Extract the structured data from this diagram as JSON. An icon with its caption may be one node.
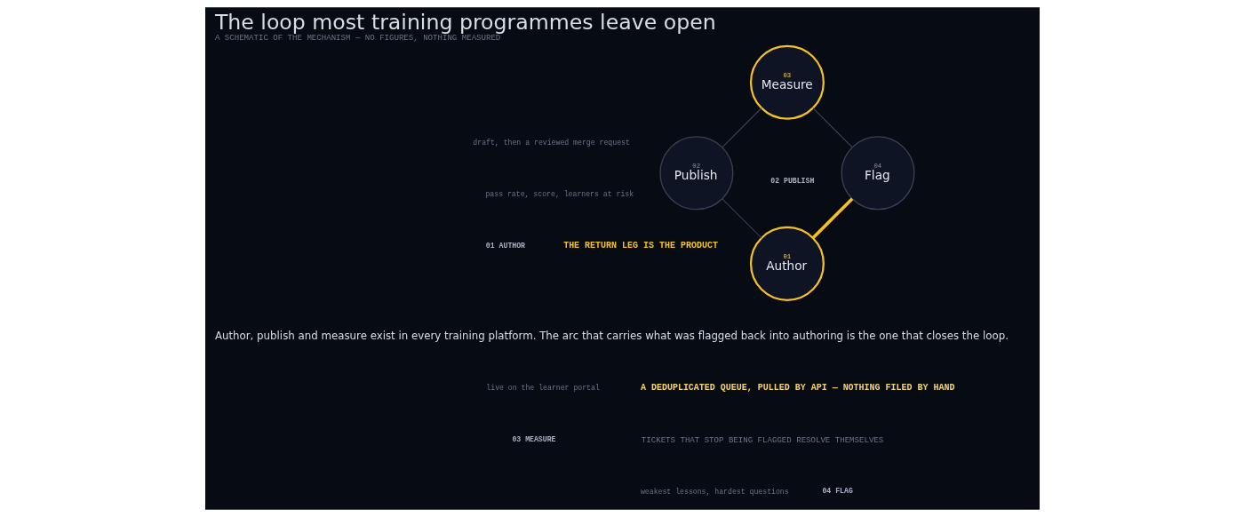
{
  "diagram": {
    "title": "The loop most training programmes leave open",
    "caption": "A SCHEMATIC OF THE MECHANISM — NO FIGURES, NOTHING MEASURED",
    "nodes": [
      {
        "text": [
          "01",
          "Author"
        ]
      },
      {
        "text": [
          "02",
          "Publish"
        ]
      },
      {
        "text": [
          "03",
          "Measure"
        ]
      },
      {
        "text": [
          "04",
          "Flag"
        ]
      }
    ],
    "edges": [
      {
        "from": 0,
        "to": 1,
        "arrow": "none"
      },
      {
        "from": 1,
        "to": 2,
        "arrow": "none"
      },
      {
        "from": 2,
        "to": 3,
        "arrow": "none"
      },
      {
        "from": 3,
        "to": 0,
        "arrow": "none",
        "style": "thick",
        "color": "#f5c023"
      }
    ],
    "labels": [
      "THE RETURN LEG IS THE PRODUCT",
      "Author, publish and measure exist in every training platform. The arc that carries what was flagged back into authoring is the one that closes the loop.",
      "A DEDUPLICATED QUEUE, PULLED BY API — NOTHING FILED BY HAND",
      "TICKETS THAT STOP BEING FLAGGED RESOLVE THEMSELVES",
      "01 AUTHOR",
      "draft, then a reviewed merge request",
      "02 PUBLISH",
      "live on the learner portal",
      "03 MEASURE",
      "pass rate, score, learners at risk",
      "04 FLAG",
      "weakest lessons, hardest questions"
    ]
  }
}
